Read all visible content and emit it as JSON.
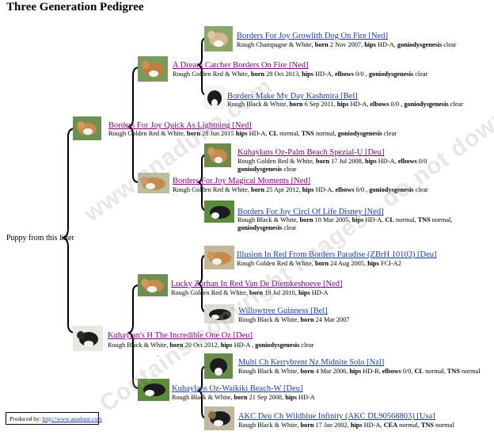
{
  "title": "Three Generation Pedigree",
  "puppy_label": "Puppy from this litter",
  "footer": {
    "produced_by": "Produced by:",
    "url": "http://www.anadune.com"
  },
  "watermark": {
    "line1": "www.anadune.com",
    "line2": "Contains copyright images - do not download"
  },
  "dogs": {
    "sire": {
      "name": "Borders For Joy Quick As Lightning [Ned]",
      "d1": "Rough Golden Red & White, ",
      "born_label": "born",
      "d2": " 28 Jun 2015 ",
      "k1": "hips",
      "d3": " HD-A, ",
      "k2": "CL",
      "d4": " normal, ",
      "k3": "TNS",
      "d5": " normal, ",
      "k4": "goniodysgenesis",
      "d6": " clear"
    },
    "sire_sire": {
      "name": "A Dream Catcher Borders On Fire [Ned]",
      "d1": "Rough Golden Red & White, ",
      "born_label": "born",
      "d2": " 28 Oct 2013, ",
      "k1": "hips",
      "d3": " HD-A, ",
      "k2": "elbows",
      "d4": " 0/0 , ",
      "k3": "goniodysgenesis",
      "d5": " clear"
    },
    "sss": {
      "name": "Borders For Joy Growlith Dog On Fire [Ned]",
      "d1": "Rough Champagne & White, ",
      "born_label": "born",
      "d2": " 2 Nov 2007, ",
      "k1": "hips",
      "d3": " HD-A, ",
      "k2": "goniodysgenesis",
      "d4": " clear"
    },
    "ssd": {
      "name": "Borders Make My Day Kashmira [Bel]",
      "d1": "Rough Black & White, ",
      "born_label": "born",
      "d2": " 6 Sep 2011, ",
      "k1": "hips",
      "d3": " HD-A, ",
      "k2": "elbows",
      "d4": " 0/0 , ",
      "k3": "goniodysgenesis",
      "d5": " clear"
    },
    "sire_dam": {
      "name": "Borders For Joy Magical Moments [Ned]",
      "d1": "Rough Golden Red & White, ",
      "born_label": "born",
      "d2": " 25 Apr 2012, ",
      "k1": "hips",
      "d3": " HD-A, ",
      "k2": "elbows",
      "d4": " 0/0 , ",
      "k3": "goniodysgenesis",
      "d5": " clear"
    },
    "sds": {
      "name": "Kuhaylans Oz-Palm Beach Spezial-U [Deu]",
      "d1": "Rough Golden Red & White, ",
      "born_label": "born",
      "d2": " 17 Jul 2008, ",
      "k1": "hips",
      "d3": " HD-A, ",
      "k2": "elbows",
      "d4": " 0/0",
      "k3": "goniodysgenesis",
      "d5": " clear"
    },
    "sdd": {
      "name": "Borders For Joy Circl Of Life Disney [Ned]",
      "d1": "Rough Black & White, ",
      "born_label": "born",
      "d2": " 10 Mar 2005, ",
      "k1": "hips",
      "d3": " HD-A, ",
      "k2": "CL",
      "d4": " normal, ",
      "k3": "TNS",
      "d5": " normal, ",
      "k4": "goniodysgenesis",
      "d6": " clear"
    },
    "dam": {
      "name": "Kuhaylan's H The Incredible One Oz [Deu]",
      "d1": "Rough Black & White, ",
      "born_label": "born",
      "d2": " 20 Oct 2012, ",
      "k1": "hips",
      "d3": " HD-A , ",
      "k2": "goniodysgenesis",
      "d4": " clear"
    },
    "dam_sire": {
      "name": "Lucky Zorhan In Red Van De Diemkeshoeve [Ned]",
      "d1": "Rough Golden Red & White, ",
      "born_label": "born",
      "d2": " 19 Jul 2010, ",
      "k1": "hips",
      "d3": " HD-A"
    },
    "dss": {
      "name": "Illusion In Red From Borders Paradise (ZBrH 10103) [Deu]",
      "d1": "Rough Golden Red & White, ",
      "born_label": "born",
      "d2": " 24 Aug 2005, ",
      "k1": "hips",
      "d3": " FCI-A2"
    },
    "dsd": {
      "name": "Willowtree Guinness [Bel]",
      "d1": "Rough Black & White, ",
      "born_label": "born",
      "d2": " 24 Mar 2007"
    },
    "dam_dam": {
      "name": "Kuhaylans Oz-Waikiki Beach-W [Deu]",
      "d1": "Rough Black & White, ",
      "born_label": "born",
      "d2": " 21 Sep 2008, ",
      "k1": "hips",
      "d3": " HD-A"
    },
    "dds": {
      "name": "Multi Ch Kerrybrent Nz Midnite Solo [Nzl]",
      "d1": "Rough Black & White, ",
      "born_label": "born",
      "d2": " 4 Mar 2006, ",
      "k1": "hips",
      "d3": " HD-B, ",
      "k2": "elbows",
      "d4": " 0/0, ",
      "k3": "CL",
      "d5": " normal, ",
      "k4": "TNS",
      "d6": " normal"
    },
    "ddd": {
      "name": "AKC Deu Ch Wildblue Infinity (AKC DL90568803) [Usa]",
      "d1": "Rough Black & White, ",
      "born_label": "born",
      "d2": " 17 Jan 2002, ",
      "k1": "hips",
      "d3": " HD-A, ",
      "k2": "CEA",
      "d4": " normal, ",
      "k3": "TNS",
      "d5": " normal"
    }
  },
  "colors": {
    "visited_link": "#800080",
    "link": "#1a3aa8",
    "golden": "#c8894a",
    "black": "#1c1c1c",
    "grass": "#5a8a3a"
  }
}
